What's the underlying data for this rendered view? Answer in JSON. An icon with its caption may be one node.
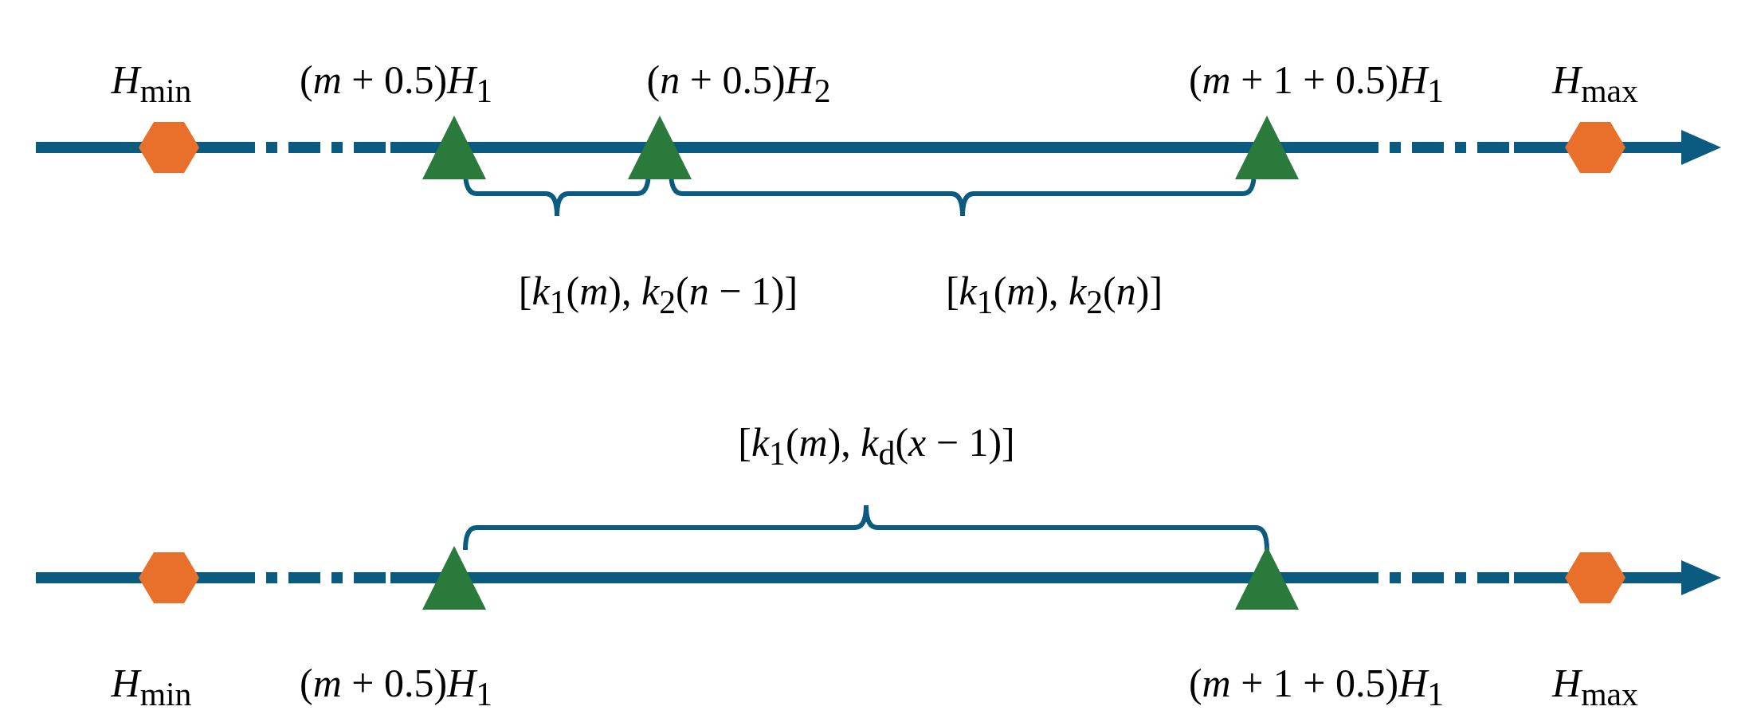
{
  "diagram": {
    "nodes": [
      {
        "text": [],
        "shape": "hexagon",
        "beside": [
          "*H*$_{min}$"
        ]
      },
      {
        "text": [],
        "shape": "triangle",
        "beside": [
          "(*m* + 0.5)*H*$_{1}$"
        ]
      },
      {
        "text": [],
        "shape": "triangle",
        "beside": [
          "(*n* + 0.5)*H*$_{2}$"
        ]
      },
      {
        "text": [],
        "shape": "triangle",
        "beside": [
          "(*m* + 1 + 0.5)*H*$_{1}$"
        ]
      },
      {
        "text": [],
        "shape": "hexagon",
        "beside": [
          "*H*$_{max}$"
        ]
      },
      {
        "text": [],
        "shape": "hexagon",
        "beside": [
          "*H*$_{min}$"
        ]
      },
      {
        "text": [],
        "shape": "triangle",
        "beside": [
          "(*m* + 0.5)*H*$_{1}$"
        ]
      },
      {
        "text": [],
        "shape": "triangle",
        "beside": [
          "(*m* + 1 + 0.5)*H*$_{1}$"
        ]
      },
      {
        "text": [],
        "shape": "hexagon",
        "beside": [
          "*H*$_{max}$"
        ]
      }
    ],
    "labels": [
      "[*k*$_{1}$(*m*), *k*$_{2}$(*n* − 1)]",
      "[*k*$_{1}$(*m*), *k*$_{2}$(*n*)]",
      "[*k*$_{1}$(*m*), *k*$_{d}$(*x* − 1)]"
    ]
  }
}
